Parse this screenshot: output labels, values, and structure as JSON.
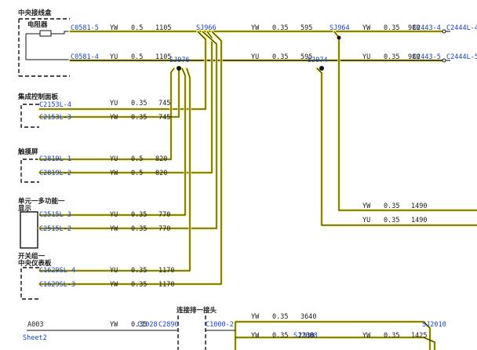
{
  "modules": {
    "central_junction_box": "中央接线盒",
    "resistor": "电阻器",
    "integrated_control_panel": "集成控制面板",
    "touch_screen": "触摸屏",
    "multifunction_display_1": "单元一多功能一",
    "multifunction_display_2": "显示",
    "switch_group_1": "开关组一",
    "switch_group_2": "中央仪表板",
    "connector_joint": "连接排一接头"
  },
  "connectors": {
    "c0581_5": "C0581-5",
    "c0581_4": "C0581-4",
    "c2153l_4": "C2153L-4",
    "c2153l_3": "C2153L-3",
    "c2819l_1": "C2819L-1",
    "c2819l_2": "C2819L-2",
    "c2515l_3": "C2515L-3",
    "c2515l_2": "C2515L-2",
    "c1629sl_4": "C1629SL-4",
    "c1629sl_3": "C1629SL-3",
    "c2443_4": "C2443-4",
    "c2444l_4": "C2444L-4",
    "c2443_5": "C2443-5",
    "c2444l_5": "C2444L-5",
    "c1000_2": "C1000-2",
    "c2890": "C2890",
    "c1028": "C1028"
  },
  "splices": {
    "sj966": "SJ966",
    "sj976": "SJ976",
    "sj964": "SJ964",
    "sj974": "SJ974",
    "sj2008": "SJ2008",
    "sj2010": "SJ2010"
  },
  "wires": {
    "w1": {
      "color": "YW",
      "size": "0.5",
      "length": "1105"
    },
    "w2": {
      "color": "YW",
      "size": "0.35",
      "length": "595"
    },
    "w3": {
      "color": "YW",
      "size": "0.35",
      "length": "980"
    },
    "w4": {
      "color": "YU",
      "size": "0.5",
      "length": "1105"
    },
    "w5": {
      "color": "YU",
      "size": "0.35",
      "length": "595"
    },
    "w6": {
      "color": "YU",
      "size": "0.35",
      "length": "980"
    },
    "w7": {
      "color": "YU",
      "size": "0.35",
      "length": "745"
    },
    "w8": {
      "color": "YW",
      "size": "0.35",
      "length": "745"
    },
    "w9": {
      "color": "YU",
      "size": "0.5",
      "length": "820"
    },
    "w10": {
      "color": "YW",
      "size": "0.5",
      "length": "820"
    },
    "w11": {
      "color": "YW",
      "size": "0.35",
      "length": "1490"
    },
    "w12": {
      "color": "YU",
      "size": "0.35",
      "length": "1490"
    },
    "w13": {
      "color": "YU",
      "size": "0.35",
      "length": "770"
    },
    "w14": {
      "color": "YW",
      "size": "0.35",
      "length": "770"
    },
    "w15": {
      "color": "YU",
      "size": "0.35",
      "length": "1170"
    },
    "w16": {
      "color": "YW",
      "size": "0.35",
      "length": "1170"
    },
    "w17": {
      "color": "YW",
      "size": "0.35",
      "length": "3640"
    },
    "w18": {
      "color": "YW",
      "size": "0.35",
      "length": ""
    },
    "w19": {
      "color": "YW",
      "size": "0.35",
      "length": "2330"
    },
    "w20": {
      "color": "YW",
      "size": "0.35",
      "length": "1425"
    }
  },
  "offpage": {
    "ref": "A003",
    "sheet": "Sheet2"
  },
  "colors": {
    "wire_yellow": "#f3f05c",
    "wire_black": "#111111",
    "connector_blue": "#1a3dd6"
  }
}
